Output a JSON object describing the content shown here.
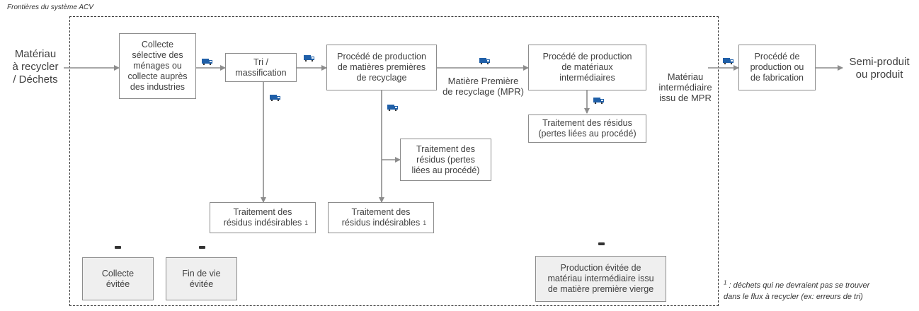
{
  "boundary_label": "Frontières du système ACV",
  "input_label": "Matériau\nà recycler\n/ Déchets",
  "output_label": "Semi-produit\nou produit",
  "boxes": {
    "collecte": "Collecte\nsélective des\nménages ou\ncollecte auprès\ndes industries",
    "tri": "Tri /\nmassification",
    "procede_mpr": "Procédé de production\nde matières premières\nde recyclage",
    "procede_intermediaire": "Procédé de production\nde matériaux\nintermédiaires",
    "procede_fabrication": "Procédé de\nproduction ou\nde fabrication",
    "traitement_pertes_mpr": "Traitement des\nrésidus (pertes\nliées au procédé)",
    "traitement_pertes_intermediaire": "Traitement des résidus\n(pertes liées au procédé)",
    "traitement_indesirables_1": "Traitement des\nrésidus indésirables",
    "traitement_indesirables_2": "Traitement des\nrésidus indésirables",
    "collecte_evitee": "Collecte\névitée",
    "fin_de_vie_evitee": "Fin de vie\névitée",
    "production_evitee": "Production évitée de\nmatériau intermédiaire issu\nde matière première vierge"
  },
  "footnote_mark": "1",
  "flow_labels": {
    "mpr": "Matière Première\nde recyclage (MPR)",
    "materiau_intermediaire": "Matériau\nintermédiaire\nissu de MPR"
  },
  "footnote": {
    "marker": "1",
    "text_line1": " : déchets qui ne devraient pas se trouver",
    "text_line2": "dans le flux à recycler (ex: erreurs de tri)"
  },
  "avoided_sign": "–",
  "colors": {
    "truck_body": "#1f5fa8",
    "truck_window": "#ffffff",
    "arrow": "#8c8c8c",
    "frame": "#333333",
    "box_border": "#8c8c8c",
    "grey_box": "#efefef"
  }
}
